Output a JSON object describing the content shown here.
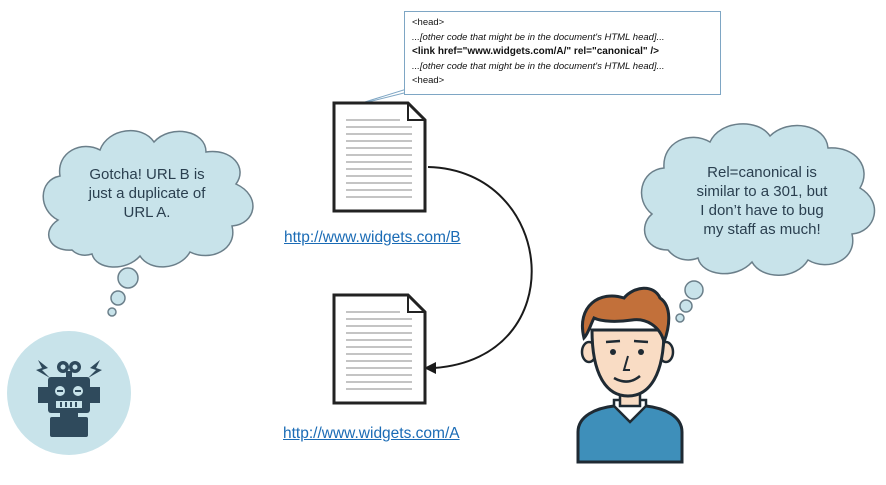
{
  "code_snippet": {
    "line1": "<head>",
    "line2": "...[other code that might be in the document's HTML head]...",
    "line3": "<link href=\"www.widgets.com/A/\" rel=\"canonical\" />",
    "line4": "...[other code that might be in the document's HTML head]...",
    "line5": "<head>"
  },
  "urls": {
    "b": "http://www.widgets.com/B",
    "a": "http://www.widgets.com/A"
  },
  "robot_thought": [
    "Gotcha! URL B is",
    "just a duplicate of",
    "URL A."
  ],
  "person_thought": [
    "Rel=canonical is",
    "similar to a 301, but",
    "I don’t have to bug",
    "my staff as much!"
  ],
  "colors": {
    "bubble_fill": "#c8e3ea",
    "bubble_stroke": "#6b7f8a",
    "robot_circle": "#c8e3ea",
    "robot_body": "#2f4a5c",
    "hair": "#c2703a",
    "skin": "#f9dcc4",
    "shirt": "#3e8fba",
    "link": "#1a6bb5"
  },
  "icons": [
    "document-icon",
    "robot-icon",
    "person-avatar",
    "curved-arrow"
  ]
}
